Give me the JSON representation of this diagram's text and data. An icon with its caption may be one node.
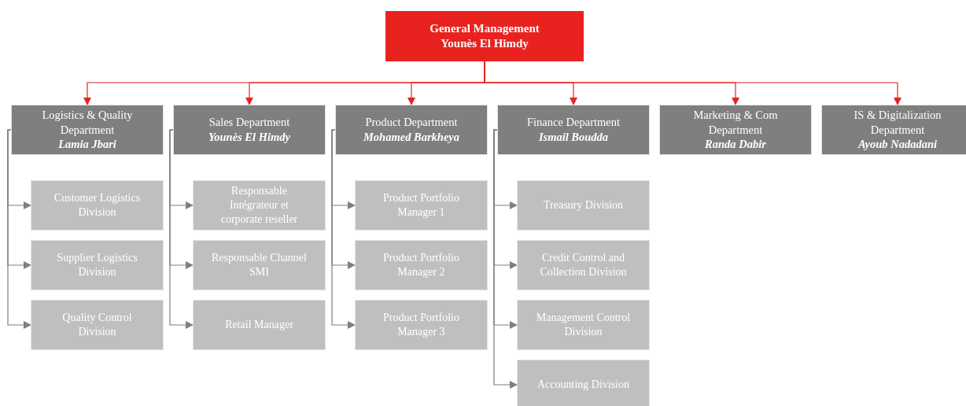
{
  "diagram": {
    "nodes": [
      {
        "text": [
          "General Management",
          "Younès El Himdy"
        ]
      },
      {
        "text": [
          "Logistics & Quality Department",
          "Lamia Jbari"
        ]
      },
      {
        "text": [
          "Sales Department",
          "Younès El Himdy"
        ]
      },
      {
        "text": [
          "Product Department",
          "Mohamed Barkheya"
        ]
      },
      {
        "text": [
          "Finance Department",
          "Ismail Boudda"
        ]
      },
      {
        "text": [
          "Marketing & Com Department",
          "Randa Dabir"
        ]
      },
      {
        "text": [
          "IS & Digitalization Department",
          "Ayoub Nadadani"
        ]
      },
      {
        "text": [
          "Customer Logistics Division"
        ]
      },
      {
        "text": [
          "Supplier Logistics Division"
        ]
      },
      {
        "text": [
          "Quality Control Division"
        ]
      },
      {
        "text": [
          "Responsable Intégrateur et corporate reseller"
        ]
      },
      {
        "text": [
          "Responsable Channel SMI"
        ]
      },
      {
        "text": [
          "Retail Manager"
        ]
      },
      {
        "text": [
          "Product Portfolio Manager 1"
        ]
      },
      {
        "text": [
          "Product Portfolio Manager 2"
        ]
      },
      {
        "text": [
          "Product Portfolio Manager 3"
        ]
      },
      {
        "text": [
          "Treasury Division"
        ]
      },
      {
        "text": [
          "Credit Control and Collection Division"
        ]
      },
      {
        "text": [
          "Management Control Division"
        ]
      },
      {
        "text": [
          "Accounting Division"
        ]
      }
    ],
    "edges": [
      {
        "from": 0,
        "to": 1,
        "arrow": "to",
        "color": "#e8231f"
      },
      {
        "from": 0,
        "to": 2,
        "arrow": "to",
        "color": "#e8231f"
      },
      {
        "from": 0,
        "to": 3,
        "arrow": "to",
        "color": "#e8231f"
      },
      {
        "from": 0,
        "to": 4,
        "arrow": "to",
        "color": "#e8231f"
      },
      {
        "from": 0,
        "to": 5,
        "arrow": "to",
        "color": "#e8231f"
      },
      {
        "from": 0,
        "to": 6,
        "arrow": "to",
        "color": "#e8231f"
      },
      {
        "from": 1,
        "to": 7,
        "arrow": "to"
      },
      {
        "from": 1,
        "to": 8,
        "arrow": "to"
      },
      {
        "from": 1,
        "to": 9,
        "arrow": "to"
      },
      {
        "from": 2,
        "to": 10,
        "arrow": "to"
      },
      {
        "from": 2,
        "to": 11,
        "arrow": "to"
      },
      {
        "from": 2,
        "to": 12,
        "arrow": "to"
      },
      {
        "from": 3,
        "to": 13,
        "arrow": "to"
      },
      {
        "from": 3,
        "to": 14,
        "arrow": "to"
      },
      {
        "from": 3,
        "to": 15,
        "arrow": "to"
      },
      {
        "from": 4,
        "to": 16,
        "arrow": "to"
      },
      {
        "from": 4,
        "to": 17,
        "arrow": "to"
      },
      {
        "from": 4,
        "to": 18,
        "arrow": "to"
      },
      {
        "from": 4,
        "to": 19,
        "arrow": "to"
      }
    ]
  }
}
